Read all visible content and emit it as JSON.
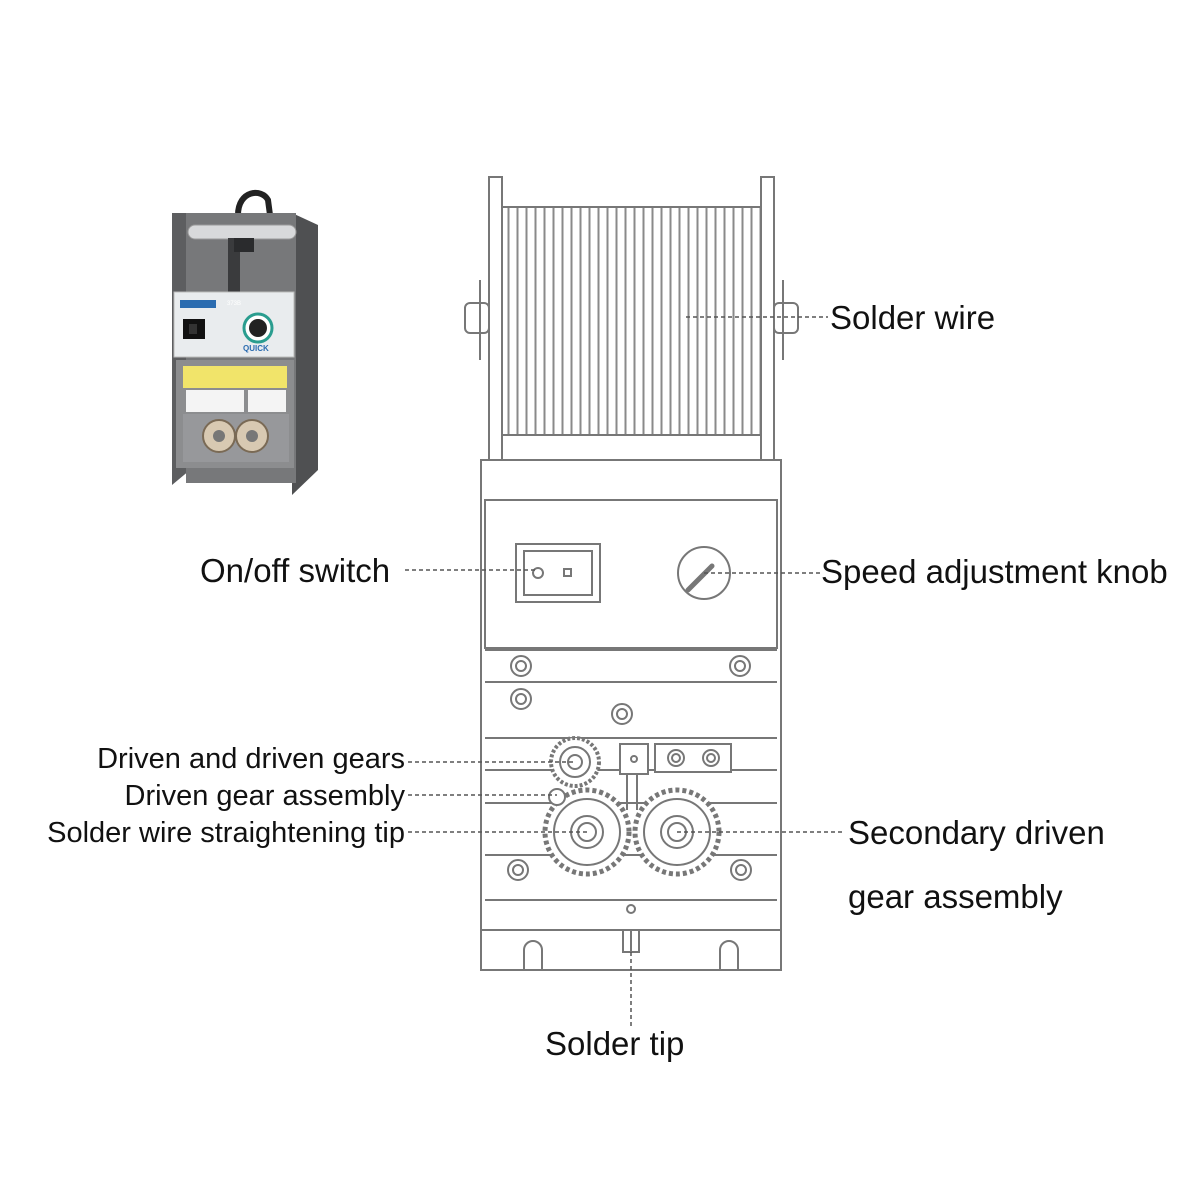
{
  "labels": {
    "solder_wire": "Solder wire",
    "onoff_switch": "On/off switch",
    "speed_knob": "Speed adjustment knob",
    "driven_gears": "Driven and driven gears",
    "driven_gear_assembly": "Driven gear assembly",
    "straightening_tip": "Solder wire straightening tip",
    "secondary_line1": "Secondary driven",
    "secondary_line2": "gear assembly",
    "solder_tip": "Solder tip"
  },
  "photo": {
    "brand_text": "QUICK",
    "model_text": "373B"
  },
  "colors": {
    "line": "#777777",
    "body": "#ffffff",
    "photo_metal": "#6f7072",
    "photo_panel": "#e9ecee",
    "knob_ring": "#2a9d8f"
  }
}
